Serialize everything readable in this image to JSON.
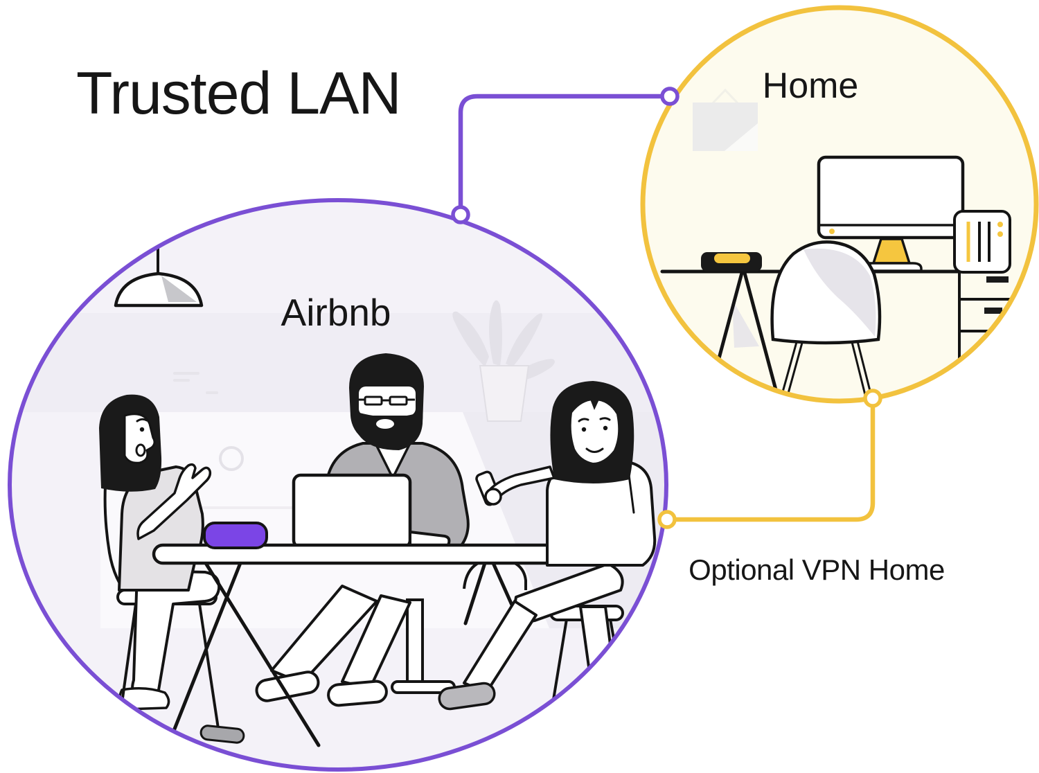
{
  "title": "Trusted LAN",
  "lan_circle": {
    "label": "Airbnb",
    "accent_color": "#7A4FD4",
    "fill_color": "#F4F2F8",
    "scene_icons": [
      "pendant-lamp-icon",
      "potted-plant-icon",
      "laptop-icon",
      "wifi-router-icon",
      "coworking-people"
    ]
  },
  "home_circle": {
    "label": "Home",
    "accent_color": "#F2C23E",
    "fill_color": "#FDFBEE",
    "scene_icons": [
      "picture-frame-icon",
      "desktop-computer-icon",
      "router-icon",
      "desk-chair-icon",
      "pc-tower-icon",
      "drawer-cabinet-icon"
    ]
  },
  "connectors": {
    "lan_to_home": {
      "color": "#7A4FD4"
    },
    "home_to_lan": {
      "color": "#F2C23E",
      "label": "Optional VPN Home"
    }
  }
}
